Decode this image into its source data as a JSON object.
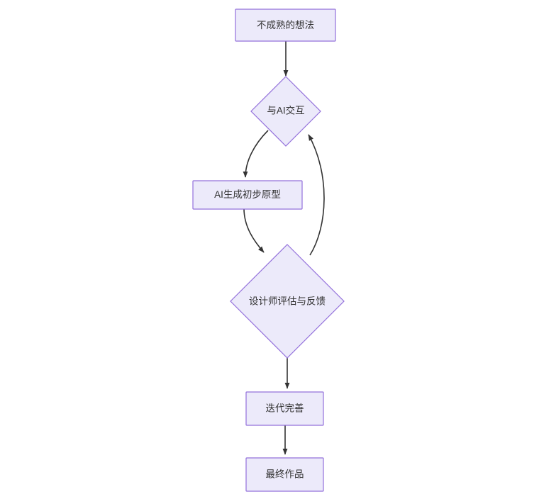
{
  "diagram": {
    "type": "flowchart",
    "direction": "top-to-bottom",
    "background_color": "#ffffff",
    "node_fill_color": "#ECEAFA",
    "node_border_color": "#9370DB",
    "edge_color": "#333333",
    "text_color": "#333333",
    "nodes": [
      {
        "id": "idea",
        "label": "不成熟的想法",
        "shape": "rectangle"
      },
      {
        "id": "interact",
        "label": "与AI交互",
        "shape": "diamond"
      },
      {
        "id": "prototype",
        "label": "AI生成初步原型",
        "shape": "rectangle"
      },
      {
        "id": "evaluate",
        "label": "设计师评估与反馈",
        "shape": "diamond"
      },
      {
        "id": "iterate",
        "label": "迭代完善",
        "shape": "rectangle"
      },
      {
        "id": "final",
        "label": "最终作品",
        "shape": "rectangle"
      }
    ],
    "edges": [
      {
        "from": "idea",
        "to": "interact",
        "style": "straight"
      },
      {
        "from": "interact",
        "to": "prototype",
        "style": "curved"
      },
      {
        "from": "prototype",
        "to": "evaluate",
        "style": "curved"
      },
      {
        "from": "evaluate",
        "to": "interact",
        "style": "curved"
      },
      {
        "from": "evaluate",
        "to": "iterate",
        "style": "straight"
      },
      {
        "from": "iterate",
        "to": "final",
        "style": "straight"
      }
    ]
  }
}
